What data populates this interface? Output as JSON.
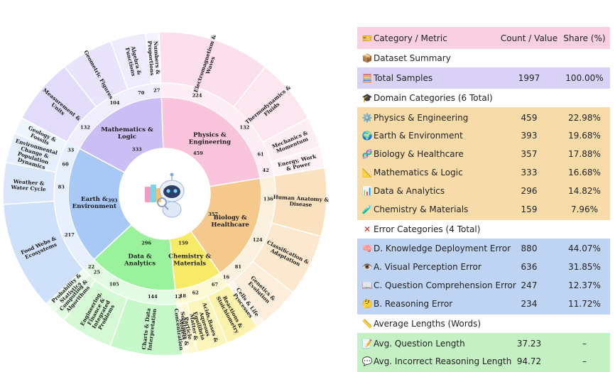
{
  "chart_data": {
    "type": "sunburst",
    "center_icon": "robot-scientist-icon",
    "domains": [
      {
        "name": "Physics & Engineering",
        "value": 459,
        "color": "#f9c4dc",
        "children": [
          {
            "name": "Electromagnetism & Waves",
            "value": 224
          },
          {
            "name": "Thermodynamics & Fluids",
            "value": 132
          },
          {
            "name": "Mechanics & Momentum",
            "value": 61
          },
          {
            "name": "Energy, Work & Power",
            "value": 42
          }
        ]
      },
      {
        "name": "Biology & Healthcare",
        "value": 357,
        "color": "#f5c98c",
        "children": [
          {
            "name": "Human Anatomy & Disease",
            "value": 136
          },
          {
            "name": "Classification & Adaptation",
            "value": 124
          },
          {
            "name": "Genetics & Evolution",
            "value": 81
          },
          {
            "name": "Cells & Life Processes",
            "value": 16
          }
        ]
      },
      {
        "name": "Chemistry & Materials",
        "value": 159,
        "color": "#f7ea66",
        "children": [
          {
            "name": "Reactions & Stoichiometry",
            "value": 67
          },
          {
            "name": "Acids,Bases & Aqueous Equilibria",
            "value": 62
          },
          {
            "name": "Matter & Particle Models",
            "value": 18
          },
          {
            "name": "Solutions & Concentration",
            "value": 12
          }
        ]
      },
      {
        "name": "Data & Analytics",
        "value": 296,
        "color": "#9af29c",
        "children": [
          {
            "name": "Charts & Data Interpretation",
            "value": 144
          },
          {
            "name": "Engineering, Finance & Integrated Problems",
            "value": 105
          },
          {
            "name": "Computing & Algorithms",
            "value": 25
          },
          {
            "name": "Probability & Statistics",
            "value": 22
          }
        ]
      },
      {
        "name": "Earth & Environment",
        "value": 393,
        "color": "#a8c8f6",
        "children": [
          {
            "name": "Food Webs & Ecosystems",
            "value": 217
          },
          {
            "name": "Weather & Water Cycle",
            "value": 83
          },
          {
            "name": "Environmental Change & Population Dynamics",
            "value": 60
          },
          {
            "name": "Geology & Fossils",
            "value": 33
          }
        ]
      },
      {
        "name": "Mathematics & Logic",
        "value": 333,
        "color": "#cbbef5",
        "children": [
          {
            "name": "Measurement & Units",
            "value": 132
          },
          {
            "name": "Geometric Figures",
            "value": 104
          },
          {
            "name": "Algebra & Functions",
            "value": 70
          },
          {
            "name": "Numbers & Proportions",
            "value": 27
          }
        ]
      }
    ]
  },
  "table": {
    "header": {
      "icon": "ticket-icon",
      "category": "Category / Metric",
      "count": "Count / Value",
      "share": "Share (%)"
    },
    "dataset_summary": {
      "icon": "package-icon",
      "label": "Dataset Summary"
    },
    "total": {
      "icon": "abacus-icon",
      "label": "Total Samples",
      "count": "1997",
      "share": "100.00%"
    },
    "domain_title": {
      "icon": "graduation-cap-icon",
      "label": "Domain Categories (6 Total)"
    },
    "domains": [
      {
        "icon": "gear-icon",
        "label": "Physics & Engineering",
        "count": "459",
        "share": "22.98%"
      },
      {
        "icon": "globe-icon",
        "label": "Earth & Environment",
        "count": "393",
        "share": "19.68%"
      },
      {
        "icon": "dna-icon",
        "label": "Biology & Healthcare",
        "count": "357",
        "share": "17.88%"
      },
      {
        "icon": "triangle-ruler-icon",
        "label": "Mathematics & Logic",
        "count": "333",
        "share": "16.68%"
      },
      {
        "icon": "bar-chart-icon",
        "label": "Data & Analytics",
        "count": "296",
        "share": "14.82%"
      },
      {
        "icon": "test-tube-icon",
        "label": "Chemistry & Materials",
        "count": "159",
        "share": "7.96%"
      }
    ],
    "error_title": {
      "icon": "cross-mark-icon",
      "label": "Error Categories (4 Total)"
    },
    "errors": [
      {
        "icon": "brain-icon",
        "label": "D. Knowledge Deployment Error",
        "count": "880",
        "share": "44.07%"
      },
      {
        "icon": "eye-icon",
        "label": "A. Visual Perception Error",
        "count": "636",
        "share": "31.85%"
      },
      {
        "icon": "open-book-icon",
        "label": "C. Question Comprehension Error",
        "count": "247",
        "share": "12.37%"
      },
      {
        "icon": "thinking-face-icon",
        "label": "B. Reasoning Error",
        "count": "234",
        "share": "11.72%"
      }
    ],
    "length_title": {
      "icon": "ruler-icon",
      "label": "Average Lengths (Words)"
    },
    "lengths": [
      {
        "icon": "memo-icon",
        "label": "Avg. Question Length",
        "count": "37.23",
        "share": "–"
      },
      {
        "icon": "speech-balloon-icon",
        "label": "Avg. Incorrect Reasoning Length",
        "count": "94.72",
        "share": "–"
      }
    ]
  }
}
